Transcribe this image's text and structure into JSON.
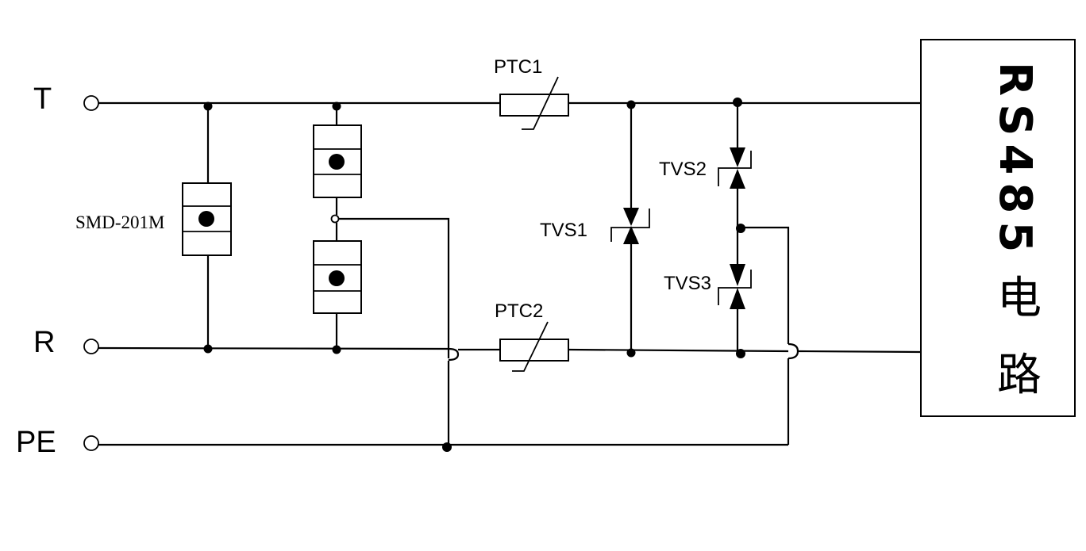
{
  "terminals": {
    "t": "T",
    "r": "R",
    "pe": "PE"
  },
  "components": {
    "smd": "SMD-201M",
    "ptc1": "PTC1",
    "ptc2": "PTC2",
    "tvs1": "TVS1",
    "tvs2": "TVS2",
    "tvs3": "TVS3"
  },
  "block": {
    "title": "RS485",
    "subtitle_1": "电",
    "subtitle_2": "路"
  }
}
